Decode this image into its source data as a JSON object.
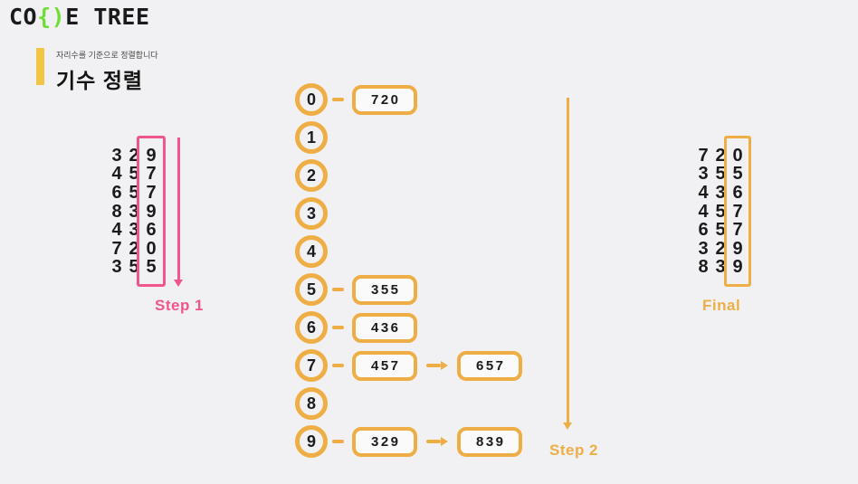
{
  "theme": {
    "bg": "#f1f1f3",
    "orange": "#eeae45",
    "pink": "#f2548c",
    "gold": "#f2c544",
    "green": "#6ede34",
    "ink": "#1b1b1b",
    "box-bg": "#fafafa"
  },
  "logo": {
    "pre": "CO",
    "glyph": "{)",
    "post": "E TREE"
  },
  "header": {
    "subtitle": "자리수를 기준으로 정렬합니다",
    "title": "기수 정렬"
  },
  "step1": {
    "label": "Step 1",
    "numbers": [
      "329",
      "457",
      "657",
      "839",
      "436",
      "720",
      "355"
    ]
  },
  "buckets": {
    "step_label": "Step 2",
    "items": [
      {
        "digit": "0",
        "values": [
          "720"
        ]
      },
      {
        "digit": "1",
        "values": []
      },
      {
        "digit": "2",
        "values": []
      },
      {
        "digit": "3",
        "values": []
      },
      {
        "digit": "4",
        "values": []
      },
      {
        "digit": "5",
        "values": [
          "355"
        ]
      },
      {
        "digit": "6",
        "values": [
          "436"
        ]
      },
      {
        "digit": "7",
        "values": [
          "457",
          "657"
        ]
      },
      {
        "digit": "8",
        "values": []
      },
      {
        "digit": "9",
        "values": [
          "329",
          "839"
        ]
      }
    ]
  },
  "final": {
    "label": "Final",
    "numbers": [
      "720",
      "355",
      "436",
      "457",
      "657",
      "329",
      "839"
    ]
  }
}
